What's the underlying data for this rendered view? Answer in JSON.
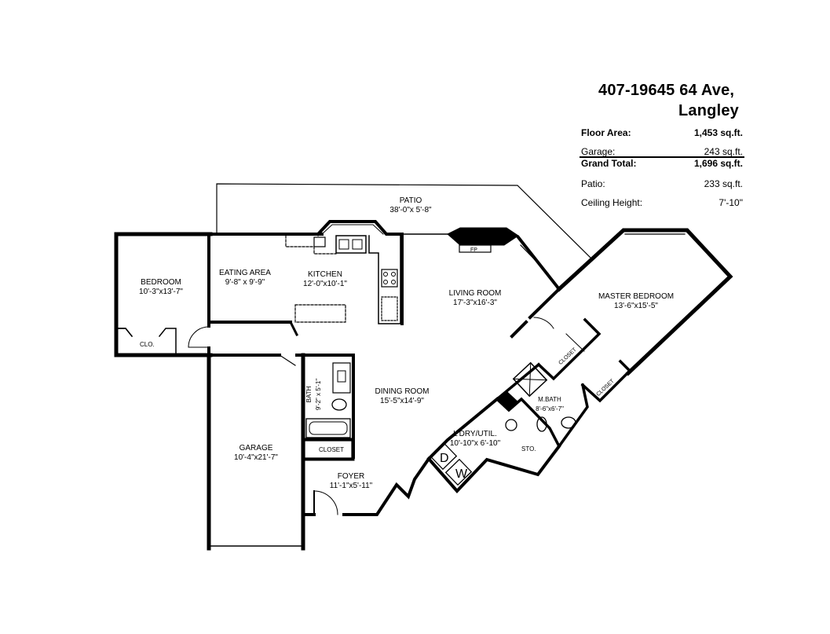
{
  "address": {
    "line1": "407-19645 64 Ave,",
    "line2": "Langley"
  },
  "info": [
    {
      "label": "Floor Area:",
      "value": "1,453 sq.ft.",
      "bold": true
    },
    {
      "label": "Garage:",
      "value": "243 sq.ft.",
      "bold": false
    },
    {
      "label": "Grand Total:",
      "value": "1,696 sq.ft.",
      "bold": true
    },
    {
      "label": "Patio:",
      "value": "233 sq.ft.",
      "bold": false
    },
    {
      "label": "Ceiling Height:",
      "value": "7'-10\"",
      "bold": false
    }
  ],
  "rooms": {
    "patio": {
      "name": "PATIO",
      "dims": "38'-0\"x 5'-8\""
    },
    "bedroom": {
      "name": "BEDROOM",
      "dims": "10'-3\"x13'-7\""
    },
    "eating": {
      "name": "EATING AREA",
      "dims": "9'-8\" x 9'-9\""
    },
    "kitchen": {
      "name": "KITCHEN",
      "dims": "12'-0\"x10'-1\""
    },
    "living": {
      "name": "LIVING ROOM",
      "dims": "17'-3\"x16'-3\""
    },
    "master": {
      "name": "MASTER BEDROOM",
      "dims": "13'-6\"x15'-5\""
    },
    "dining": {
      "name": "DINING ROOM",
      "dims": "15'-5\"x14'-9\""
    },
    "garage": {
      "name": "GARAGE",
      "dims": "10'-4\"x21'-7\""
    },
    "foyer": {
      "name": "FOYER",
      "dims": "11'-1\"x5'-11\""
    },
    "laundry": {
      "name": "L'DRY/UTIL.",
      "dims": "10'-10\"x 6'-10\""
    },
    "mbath": {
      "name": "M.BATH",
      "dims": "8'-6\"x6'-7\""
    },
    "bath": {
      "name": "BATH",
      "dims": "9'-2\" x 5'-1\""
    }
  },
  "small_labels": {
    "clo": "CLO.",
    "closet_hall": "CLOSET",
    "closet_m1": "CLOSET",
    "closet_m2": "CLOSET",
    "sto": "STO.",
    "fp": "FP",
    "washer": "W",
    "dryer": "D"
  }
}
